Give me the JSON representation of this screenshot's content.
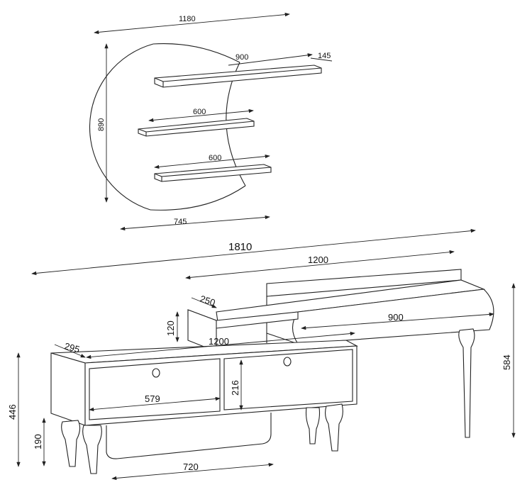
{
  "wall_shelf": {
    "width": "1180",
    "top_shelf_length": "900",
    "shelf_depth": "145",
    "height": "890",
    "middle_shelf_length": "600",
    "bottom_shelf_length": "600",
    "base_width": "745"
  },
  "tv_unit": {
    "total_width": "1810",
    "top_unit_width": "1200",
    "top_box_depth": "250",
    "top_box_height": "120",
    "lower_unit_width": "1200",
    "lower_depth": "295",
    "console_length": "900",
    "console_height": "584",
    "door_height": "216",
    "door_width": "579",
    "total_height": "446",
    "leg_height": "190",
    "bottom_span": "720"
  }
}
